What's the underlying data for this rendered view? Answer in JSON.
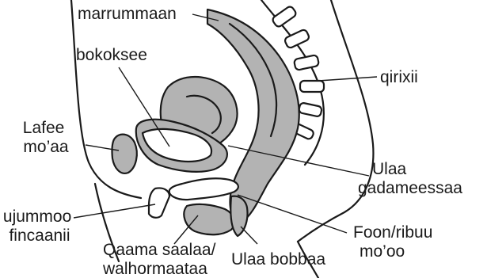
{
  "diagram": {
    "labels": {
      "rectum": "marrummaan",
      "uterus": "bokoksee",
      "spine": "qirixii",
      "pubic_bone": [
        "Lafee",
        "mo’aa"
      ],
      "cervix": [
        "Ulaa",
        "gadameessaa"
      ],
      "urethra": [
        "ujummoo",
        "fincaanii"
      ],
      "perineum": [
        "Foon/ribuu",
        "mo’oo"
      ],
      "vaginal_opening": [
        "Qaama saalaa/",
        "walhormaataa"
      ],
      "anus": "Ulaa bobbaa"
    }
  }
}
